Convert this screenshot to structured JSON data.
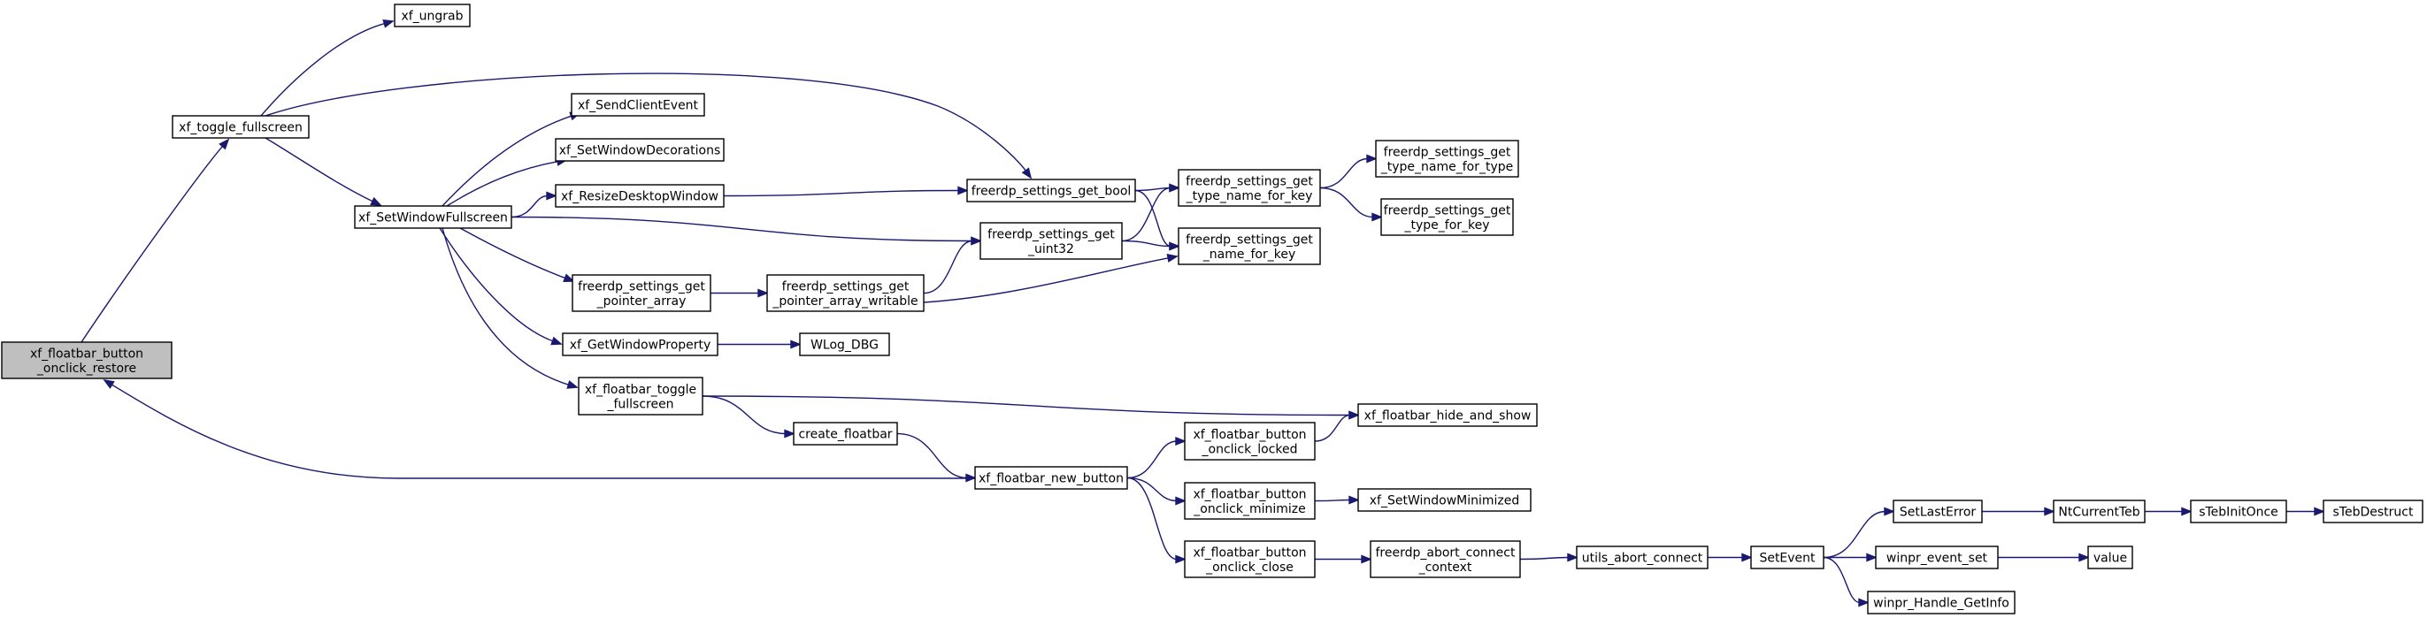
{
  "diagram": {
    "colors": {
      "edge": "#191970",
      "node_fill": "#ffffff",
      "focus_fill": "#bfbfbf",
      "border": "#000000",
      "background": "#ffffff"
    },
    "nodes": [
      {
        "id": "n_root",
        "lines": [
          "xf_floatbar_button",
          "_onclick_restore"
        ],
        "focus": true
      },
      {
        "id": "n_toggle_fullscreen",
        "lines": [
          "xf_toggle_fullscreen"
        ]
      },
      {
        "id": "n_ungrab",
        "lines": [
          "xf_ungrab"
        ]
      },
      {
        "id": "n_setwindowfullscreen",
        "lines": [
          "xf_SetWindowFullscreen"
        ]
      },
      {
        "id": "n_sendclientevent",
        "lines": [
          "xf_SendClientEvent"
        ]
      },
      {
        "id": "n_setwindowdecorations",
        "lines": [
          "xf_SetWindowDecorations"
        ]
      },
      {
        "id": "n_resizedesktopwindow",
        "lines": [
          "xf_ResizeDesktopWindow"
        ]
      },
      {
        "id": "n_get_pointer_array",
        "lines": [
          "freerdp_settings_get",
          "_pointer_array"
        ]
      },
      {
        "id": "n_getwindowproperty",
        "lines": [
          "xf_GetWindowProperty"
        ]
      },
      {
        "id": "n_floatbar_toggle_fullscreen",
        "lines": [
          "xf_floatbar_toggle",
          "_fullscreen"
        ]
      },
      {
        "id": "n_get_bool",
        "lines": [
          "freerdp_settings_get_bool"
        ]
      },
      {
        "id": "n_get_uint32",
        "lines": [
          "freerdp_settings_get",
          "_uint32"
        ]
      },
      {
        "id": "n_get_pointer_array_writable",
        "lines": [
          "freerdp_settings_get",
          "_pointer_array_writable"
        ]
      },
      {
        "id": "n_wlog_dbg",
        "lines": [
          "WLog_DBG"
        ]
      },
      {
        "id": "n_create_floatbar",
        "lines": [
          "create_floatbar"
        ]
      },
      {
        "id": "n_floatbar_new_button",
        "lines": [
          "xf_floatbar_new_button"
        ]
      },
      {
        "id": "n_get_type_name_for_key",
        "lines": [
          "freerdp_settings_get",
          "_type_name_for_key"
        ]
      },
      {
        "id": "n_get_name_for_key",
        "lines": [
          "freerdp_settings_get",
          "_name_for_key"
        ]
      },
      {
        "id": "n_get_type_name_for_type",
        "lines": [
          "freerdp_settings_get",
          "_type_name_for_type"
        ]
      },
      {
        "id": "n_get_type_for_key",
        "lines": [
          "freerdp_settings_get",
          "_type_for_key"
        ]
      },
      {
        "id": "n_onclick_locked",
        "lines": [
          "xf_floatbar_button",
          "_onclick_locked"
        ]
      },
      {
        "id": "n_onclick_minimize",
        "lines": [
          "xf_floatbar_button",
          "_onclick_minimize"
        ]
      },
      {
        "id": "n_onclick_close",
        "lines": [
          "xf_floatbar_button",
          "_onclick_close"
        ]
      },
      {
        "id": "n_hide_and_show",
        "lines": [
          "xf_floatbar_hide_and_show"
        ]
      },
      {
        "id": "n_setwindowminimized",
        "lines": [
          "xf_SetWindowMinimized"
        ]
      },
      {
        "id": "n_abort_connect_context",
        "lines": [
          "freerdp_abort_connect",
          "_context"
        ]
      },
      {
        "id": "n_utils_abort_connect",
        "lines": [
          "utils_abort_connect"
        ]
      },
      {
        "id": "n_setevent",
        "lines": [
          "SetEvent"
        ]
      },
      {
        "id": "n_setlasterror",
        "lines": [
          "SetLastError"
        ]
      },
      {
        "id": "n_winpr_event_set",
        "lines": [
          "winpr_event_set"
        ]
      },
      {
        "id": "n_winpr_handle_getinfo",
        "lines": [
          "winpr_Handle_GetInfo"
        ]
      },
      {
        "id": "n_ntcurrentteb",
        "lines": [
          "NtCurrentTeb"
        ]
      },
      {
        "id": "n_value",
        "lines": [
          "value"
        ]
      },
      {
        "id": "n_stebinitonce",
        "lines": [
          "sTebInitOnce"
        ]
      },
      {
        "id": "n_stebdestruct",
        "lines": [
          "sTebDestruct"
        ]
      }
    ],
    "edges": [
      {
        "from": "n_root",
        "to": "n_toggle_fullscreen"
      },
      {
        "from": "n_toggle_fullscreen",
        "to": "n_ungrab"
      },
      {
        "from": "n_toggle_fullscreen",
        "to": "n_get_bool"
      },
      {
        "from": "n_toggle_fullscreen",
        "to": "n_setwindowfullscreen"
      },
      {
        "from": "n_setwindowfullscreen",
        "to": "n_sendclientevent"
      },
      {
        "from": "n_setwindowfullscreen",
        "to": "n_setwindowdecorations"
      },
      {
        "from": "n_setwindowfullscreen",
        "to": "n_resizedesktopwindow"
      },
      {
        "from": "n_setwindowfullscreen",
        "to": "n_get_uint32"
      },
      {
        "from": "n_setwindowfullscreen",
        "to": "n_get_pointer_array"
      },
      {
        "from": "n_setwindowfullscreen",
        "to": "n_getwindowproperty"
      },
      {
        "from": "n_setwindowfullscreen",
        "to": "n_floatbar_toggle_fullscreen"
      },
      {
        "from": "n_resizedesktopwindow",
        "to": "n_get_bool"
      },
      {
        "from": "n_get_pointer_array",
        "to": "n_get_pointer_array_writable"
      },
      {
        "from": "n_get_pointer_array_writable",
        "to": "n_get_uint32"
      },
      {
        "from": "n_get_pointer_array_writable",
        "to": "n_get_name_for_key"
      },
      {
        "from": "n_getwindowproperty",
        "to": "n_wlog_dbg"
      },
      {
        "from": "n_get_bool",
        "to": "n_get_type_name_for_key"
      },
      {
        "from": "n_get_bool",
        "to": "n_get_name_for_key"
      },
      {
        "from": "n_get_uint32",
        "to": "n_get_type_name_for_key"
      },
      {
        "from": "n_get_uint32",
        "to": "n_get_name_for_key"
      },
      {
        "from": "n_get_type_name_for_key",
        "to": "n_get_type_name_for_type"
      },
      {
        "from": "n_get_type_name_for_key",
        "to": "n_get_type_for_key"
      },
      {
        "from": "n_floatbar_toggle_fullscreen",
        "to": "n_hide_and_show"
      },
      {
        "from": "n_floatbar_toggle_fullscreen",
        "to": "n_create_floatbar"
      },
      {
        "from": "n_create_floatbar",
        "to": "n_floatbar_new_button"
      },
      {
        "from": "n_floatbar_new_button",
        "to": "n_root"
      },
      {
        "from": "n_floatbar_new_button",
        "to": "n_onclick_locked"
      },
      {
        "from": "n_floatbar_new_button",
        "to": "n_onclick_minimize"
      },
      {
        "from": "n_floatbar_new_button",
        "to": "n_onclick_close"
      },
      {
        "from": "n_onclick_locked",
        "to": "n_hide_and_show"
      },
      {
        "from": "n_onclick_minimize",
        "to": "n_setwindowminimized"
      },
      {
        "from": "n_onclick_close",
        "to": "n_abort_connect_context"
      },
      {
        "from": "n_abort_connect_context",
        "to": "n_utils_abort_connect"
      },
      {
        "from": "n_utils_abort_connect",
        "to": "n_setevent"
      },
      {
        "from": "n_setevent",
        "to": "n_setlasterror"
      },
      {
        "from": "n_setevent",
        "to": "n_winpr_event_set"
      },
      {
        "from": "n_setevent",
        "to": "n_winpr_handle_getinfo"
      },
      {
        "from": "n_setlasterror",
        "to": "n_ntcurrentteb"
      },
      {
        "from": "n_winpr_event_set",
        "to": "n_value"
      },
      {
        "from": "n_ntcurrentteb",
        "to": "n_stebinitonce"
      },
      {
        "from": "n_stebinitonce",
        "to": "n_stebdestruct"
      }
    ]
  }
}
